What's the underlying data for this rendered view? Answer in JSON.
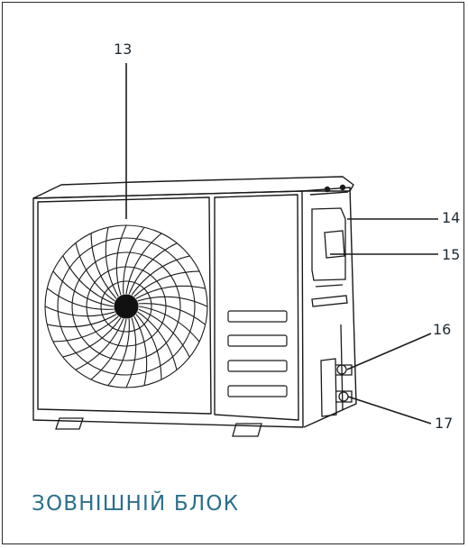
{
  "callouts": {
    "c13": "13",
    "c14": "14",
    "c15": "15",
    "c16": "16",
    "c17": "17"
  },
  "caption": "ЗОВНІШНІЙ БЛОК",
  "colors": {
    "caption": "#2b6f8c",
    "line": "#1a1a1a",
    "frame": "#2a2a2a"
  }
}
